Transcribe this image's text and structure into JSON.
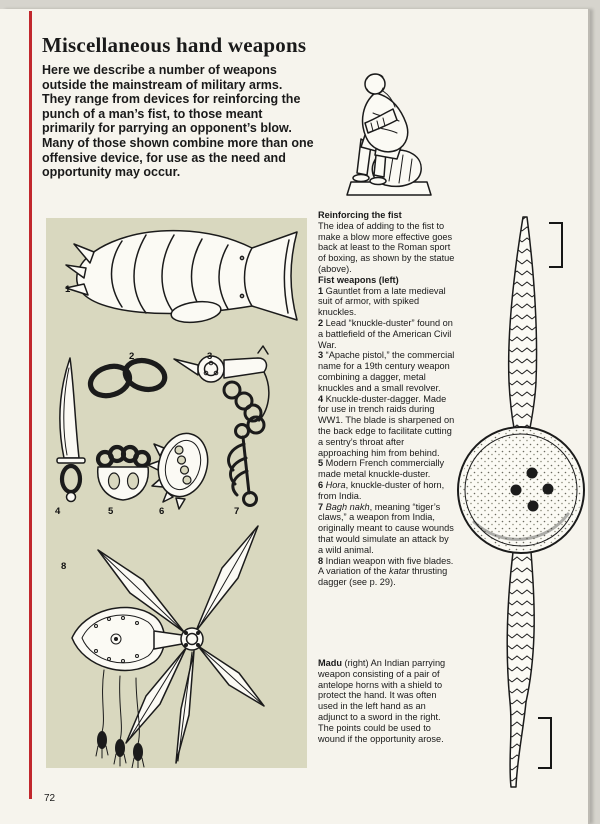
{
  "meta": {
    "page_number": "72"
  },
  "colors": {
    "accent_red": "#c1272d",
    "panel_bg": "#d9d8bf",
    "page_bg": "#f6f4ed",
    "ink": "#1a1a1a"
  },
  "header": {
    "title": "Miscellaneous hand weapons",
    "intro": "Here we describe a number of weapons outside the mainstream of military arms. They range from devices for reinforcing the punch of a man’s fist, to those meant primarily for parrying an opponent’s blow. Many of those shown combine more than one offensive device, for use as the need and opportunity may occur."
  },
  "column": {
    "reinforcing_heading": "Reinforcing the fist",
    "reinforcing_body": "The idea of adding to the fist to make a blow more effective goes back at least to the Roman sport of boxing, as shown by the statue (above).",
    "fist_heading": "Fist weapons",
    "fist_heading_note": " (left)",
    "items": [
      {
        "num": "1",
        "segments": [
          {
            "t": "Gauntlet from a late medieval suit of armor, with spiked knuckles."
          }
        ]
      },
      {
        "num": "2",
        "segments": [
          {
            "t": "Lead “knuckle-duster” found on a battlefield of the American Civil War."
          }
        ]
      },
      {
        "num": "3",
        "segments": [
          {
            "t": "“Apache pistol,” the commercial name for a 19th century weapon combining a dagger, metal knuckles and a small revolver."
          }
        ]
      },
      {
        "num": "4",
        "segments": [
          {
            "t": "Knuckle-duster-dagger. Made for use in trench raids during WW1. The blade is sharpened on the back edge to facilitate cutting a sentry’s throat after approaching him from behind."
          }
        ]
      },
      {
        "num": "5",
        "segments": [
          {
            "t": "Modern French commercially made metal knuckle-duster."
          }
        ]
      },
      {
        "num": "6",
        "segments": [
          {
            "t": "Hora",
            "i": true
          },
          {
            "t": ", knuckle-duster of horn, from India."
          }
        ]
      },
      {
        "num": "7",
        "segments": [
          {
            "t": "Bagh nakh",
            "i": true
          },
          {
            "t": ", meaning “tiger’s claws,” a weapon from India, originally meant to cause wounds that would simulate an attack by a wild animal."
          }
        ]
      },
      {
        "num": "8",
        "segments": [
          {
            "t": "Indian weapon with five blades. A variation of the "
          },
          {
            "t": "katar",
            "i": true
          },
          {
            "t": " thrusting dagger (see p. 29)."
          }
        ]
      }
    ],
    "madu_lead": "Madu",
    "madu_note": " (right) ",
    "madu_body": "An Indian parrying weapon consisting of a pair of antelope horns with a shield to protect the hand. It was often used in the left hand as an adjunct to a sword in the right. The points could be used to wound if the opportunity arose."
  }
}
